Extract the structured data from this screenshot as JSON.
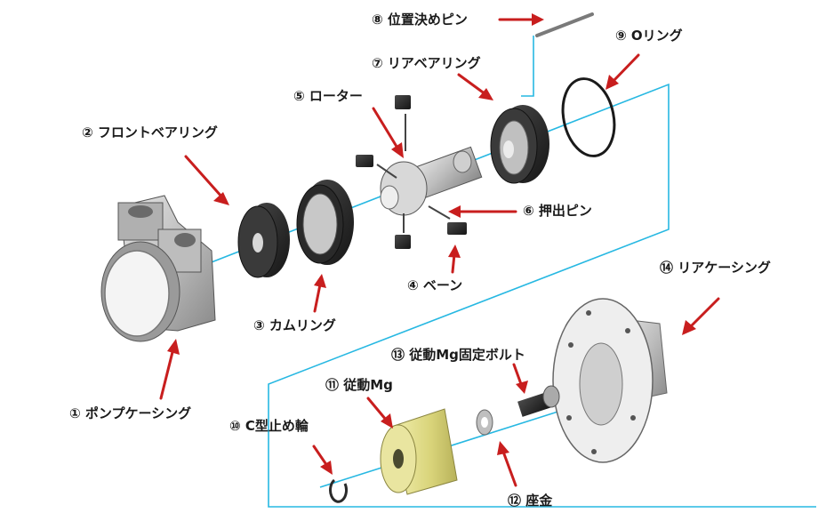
{
  "labels": {
    "pump_casing": "① ポンプケーシング",
    "front_bearing": "② フロントベアリング",
    "cam_ring": "③ カムリング",
    "vane": "④ ベーン",
    "rotor": "⑤ ローター",
    "push_pin": "⑥ 押出ピン",
    "rear_bearing": "⑦ リアベアリング",
    "positioning_pin": "⑧ 位置決めピン",
    "o_ring": "⑨ Oリング",
    "c_retaining_ring": "⑩ C型止め輪",
    "driven_mg": "⑪ 従動Mg",
    "washer": "⑫ 座金",
    "driven_mg_bolt": "⑬ 従動Mg固定ボルト",
    "rear_casing": "⑭ リアケーシング"
  },
  "colors": {
    "arrow": "#c81e1e",
    "axis_line": "#27b8e2",
    "metal": "#c8c8c8",
    "dark_part": "#2a2a2a",
    "magnet": "#e4e08a"
  }
}
